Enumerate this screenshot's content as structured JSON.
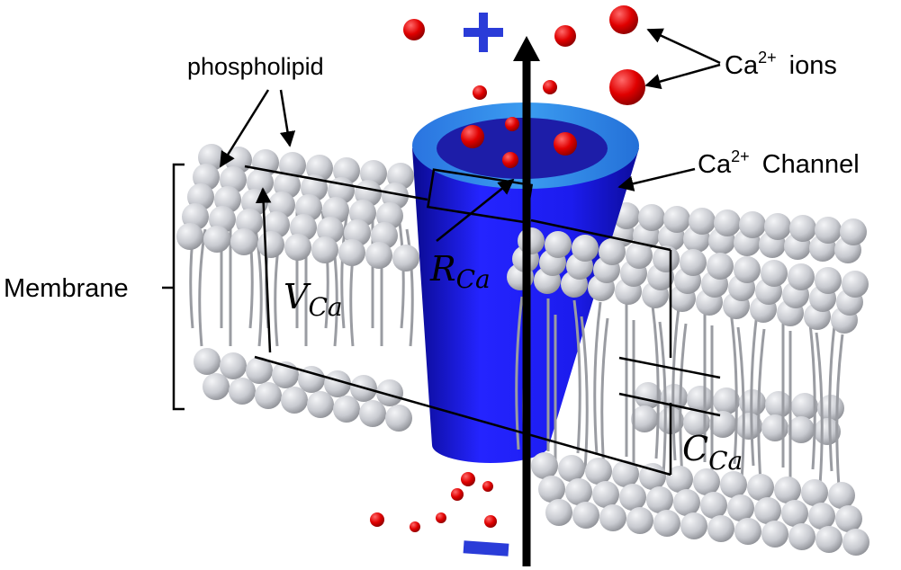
{
  "labels": {
    "phospholipid": "phospholipid",
    "membrane": "Membrane",
    "ions_prefix": "Ca",
    "ions_sup": "2+",
    "ions_suffix": " ions",
    "channel_prefix": "Ca",
    "channel_sup": "2+",
    "channel_suffix": " Channel",
    "r_main": "R",
    "r_sub": "Ca",
    "v_main": "V",
    "v_sub": "Ca",
    "c_main": "C",
    "c_sub": "Ca",
    "plus": "+",
    "minus": "−"
  },
  "colors": {
    "channel": "#1a1aee",
    "channel_top": "#2c86e8",
    "channel_inner": "#2020a0",
    "ion": "#e00000",
    "lipid_head": "#c9cbd0",
    "lipid_tail": "#9a9ca2",
    "line": "#000000",
    "plus": "#2a3cd8",
    "minus": "#2a3cd8"
  }
}
